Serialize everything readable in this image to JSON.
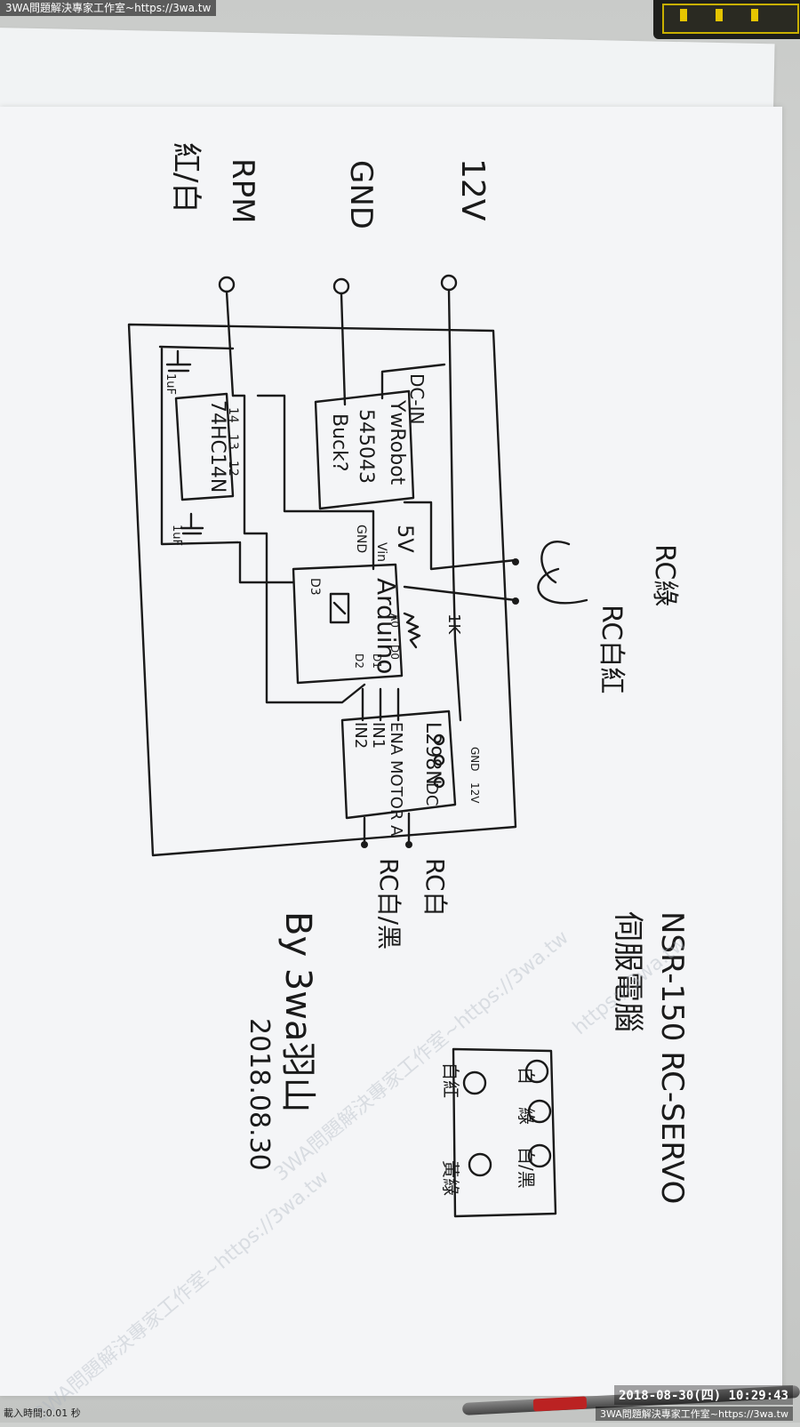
{
  "watermark_bar": {
    "text": "3WA問題解決專家工作室~https://3wa.tw"
  },
  "footer": {
    "load_time": "載入時間:0.01 秒",
    "timestamp": "2018-08-30(四) 10:29:43",
    "site": "3WA問題解決專家工作室~https://3wa.tw"
  },
  "watermarks": [
    "https://3wa.tw",
    "3WA問題解決專家工作室~https://3wa.tw",
    "3WA問題解決專家工作室~https://3wa.tw"
  ],
  "diagram": {
    "terminals": {
      "v12": "12V",
      "gnd": "GND",
      "rpm": "RPM",
      "rpm_wire": "紅/白"
    },
    "buck": {
      "title": "DC-IN",
      "line1": "YwRobot",
      "line2": "545043",
      "line3": "Buck?"
    },
    "schmitt": {
      "name": "74HC14N",
      "pin_a": "14",
      "pin_b": "13",
      "pin_c": "12",
      "cap_top": "1uF",
      "cap_bottom": "1uF"
    },
    "arduino": {
      "name": "Arduino",
      "v5": "5V",
      "vin": "Vin",
      "gnd": "GND",
      "d3": "D3",
      "a0": "A0",
      "d0": "D0",
      "d1": "D1",
      "d2": "D2"
    },
    "resistor": "1K",
    "driver": {
      "name": "L298N",
      "sub": "DC",
      "ena": "ENA",
      "in1": "IN1",
      "in2": "IN2",
      "motor": "MOTOR A",
      "gnd": "GND",
      "v12": "12V"
    },
    "rc": {
      "green": "RC綠",
      "white_red": "RC白紅",
      "white": "RC白",
      "white_black": "RC白/黑"
    },
    "title": {
      "line1": "NSR-150  RC-SERVO",
      "line2": "伺服電腦"
    },
    "connector": {
      "white": "白",
      "green": "綠",
      "white_black": "白/黑",
      "white_red": "白紅",
      "yellow_green": "黃綠"
    },
    "author": "By 3wa羽山",
    "date": "2018.08.30"
  }
}
